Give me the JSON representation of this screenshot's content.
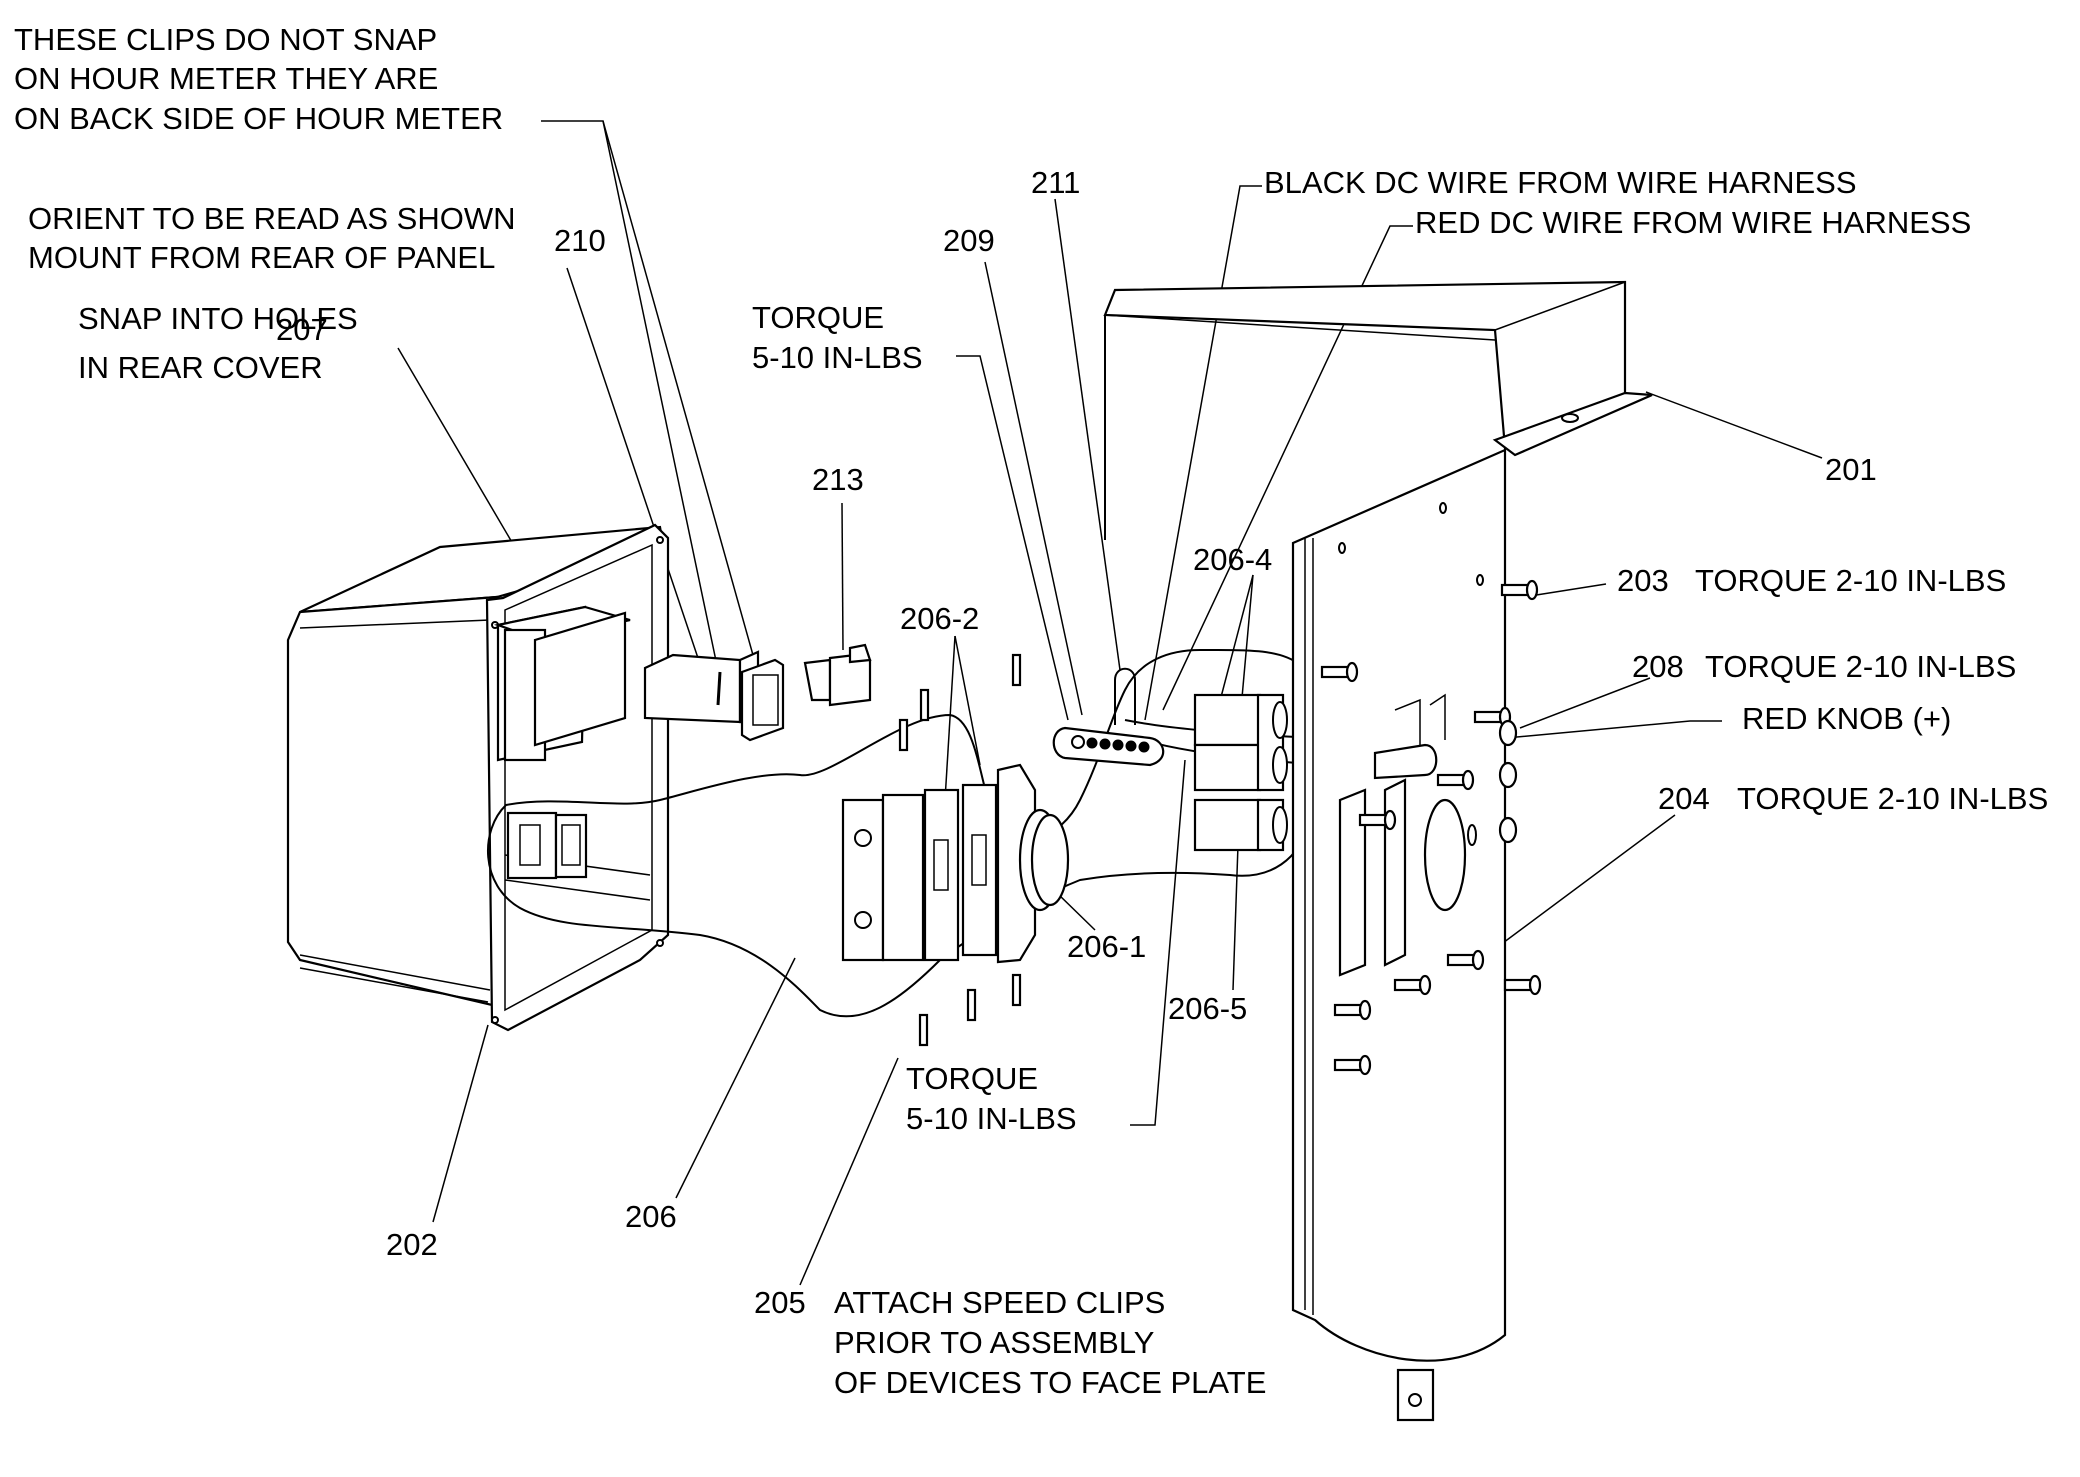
{
  "drawing": {
    "type": "exploded assembly drawing",
    "line_color": "#000000",
    "background_color": "#ffffff"
  },
  "notes": {
    "clips_note": [
      "THESE CLIPS DO NOT  SNAP",
      "ON HOUR METER THEY ARE",
      "ON BACK SIDE OF HOUR METER"
    ],
    "orient_note": [
      "ORIENT TO BE READ AS SHOWN",
      "MOUNT FROM REAR OF PANEL"
    ],
    "snap_note": [
      "SNAP INTO HOLES",
      "IN REAR COVER"
    ],
    "torque_top": [
      "TORQUE",
      "5-10 IN-LBS"
    ],
    "torque_bottom": [
      "TORQUE",
      "5-10 IN-LBS"
    ],
    "black_wire": "BLACK DC WIRE FROM WIRE HARNESS",
    "red_wire": "RED DC WIRE FROM WIRE HARNESS",
    "red_knob": "RED KNOB (+)",
    "speed_clips": [
      "ATTACH SPEED CLIPS",
      "PRIOR TO ASSEMBLY",
      "OF DEVICES TO FACE PLATE"
    ]
  },
  "callouts": {
    "c201": "201",
    "c202": "202",
    "c203": "203",
    "c203_note": "TORQUE 2-10 IN-LBS",
    "c204": "204",
    "c204_note": "TORQUE 2-10 IN-LBS",
    "c205": "205",
    "c206": "206",
    "c206_1": "206-1",
    "c206_2": "206-2",
    "c206_4": "206-4",
    "c206_5": "206-5",
    "c207": "207",
    "c208": "208",
    "c208_note": "TORQUE 2-10 IN-LBS",
    "c209": "209",
    "c210": "210",
    "c211": "211",
    "c213": "213"
  }
}
